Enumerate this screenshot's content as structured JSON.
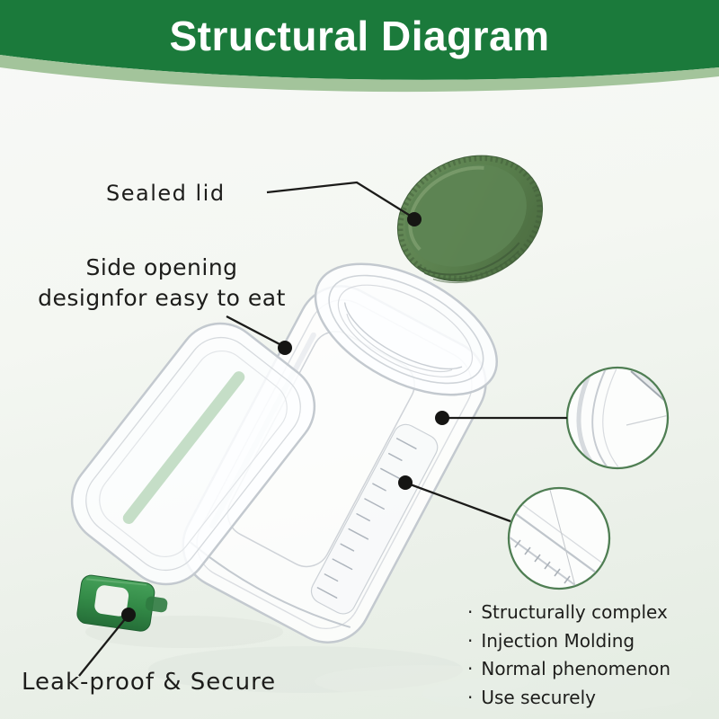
{
  "banner": {
    "title": "Structural Diagram",
    "bg_dark_green": "#1b7a3b",
    "bg_light_green": "#a3c49b",
    "text_color": "#ffffff"
  },
  "callouts": {
    "sealed_lid": {
      "label": "Sealed lid"
    },
    "side_opening": {
      "line1": "Side opening",
      "line2": "designfor easy to eat"
    },
    "leak_proof": {
      "label": "Leak-proof & Secure"
    }
  },
  "notes": {
    "bullet": "·",
    "items": [
      "Structurally complex",
      "Injection Molding",
      "Normal phenomenon",
      "Use securely"
    ]
  },
  "product": {
    "lid_color": "#587e4c",
    "clip_color": "#338a47",
    "detail_ring_color": "#4f7e53",
    "callout_line_color": "#1b1b19",
    "plastic_outline_color": "#c3c9cf"
  }
}
